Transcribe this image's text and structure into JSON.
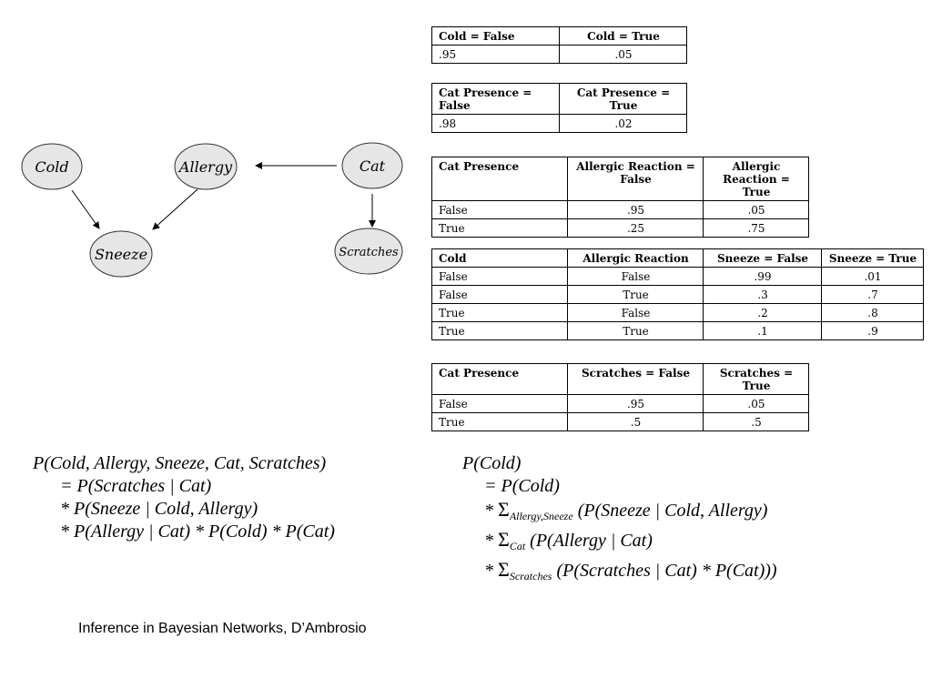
{
  "graph": {
    "nodes": [
      {
        "id": "cold",
        "label": "Cold"
      },
      {
        "id": "allergy",
        "label": "Allergy"
      },
      {
        "id": "cat",
        "label": "Cat"
      },
      {
        "id": "sneeze",
        "label": "Sneeze"
      },
      {
        "id": "scratches",
        "label": "Scratches"
      }
    ],
    "edges": [
      {
        "from": "cold",
        "to": "sneeze"
      },
      {
        "from": "allergy",
        "to": "sneeze"
      },
      {
        "from": "cat",
        "to": "allergy"
      },
      {
        "from": "cat",
        "to": "scratches"
      }
    ]
  },
  "tables": {
    "cold": {
      "headers": [
        "Cold = False",
        "Cold = True"
      ],
      "rows": [
        [
          ".95",
          ".05"
        ]
      ]
    },
    "cat_presence": {
      "headers": [
        "Cat Presence = False",
        "Cat Presence = True"
      ],
      "rows": [
        [
          ".98",
          ".02"
        ]
      ]
    },
    "allergy": {
      "headers": [
        "Cat Presence",
        "Allergic Reaction = False",
        "Allergic Reaction = True"
      ],
      "rows": [
        [
          "False",
          ".95",
          ".05"
        ],
        [
          "True",
          ".25",
          ".75"
        ]
      ]
    },
    "sneeze": {
      "headers": [
        "Cold",
        "Allergic Reaction",
        "Sneeze = False",
        "Sneeze = True"
      ],
      "rows": [
        [
          "False",
          "False",
          ".99",
          ".01"
        ],
        [
          "False",
          "True",
          ".3",
          ".7"
        ],
        [
          "True",
          "False",
          ".2",
          ".8"
        ],
        [
          "True",
          "True",
          ".1",
          ".9"
        ]
      ]
    },
    "scratches": {
      "headers": [
        "Cat Presence",
        "Scratches = False",
        "Scratches = True"
      ],
      "rows": [
        [
          "False",
          ".95",
          ".05"
        ],
        [
          "True",
          ".5",
          ".5"
        ]
      ]
    }
  },
  "formulas": {
    "joint": [
      "P(Cold, Allergy, Sneeze, Cat, Scratches)",
      "= P(Scratches | Cat)",
      "* P(Sneeze | Cold, Allergy)",
      "* P(Allergy | Cat) * P(Cold) * P(Cat)"
    ],
    "marginal": {
      "line1": "P(Cold)",
      "line2": "= P(Cold)",
      "line3_prefix": "*",
      "line3_sigma": "Σ",
      "line3_sub": "Allergy,Sneeze",
      "line3_rest": "(P(Sneeze | Cold, Allergy)",
      "line4_prefix": "*",
      "line4_sigma": "Σ",
      "line4_sub": "Cat",
      "line4_rest": "(P(Allergy | Cat)",
      "line5_prefix": "*",
      "line5_sigma": "Σ",
      "line5_sub": "Scratches",
      "line5_rest": "(P(Scratches | Cat) * P(Cat)))"
    }
  },
  "caption": "Inference in Bayesian Networks, D’Ambrosio"
}
